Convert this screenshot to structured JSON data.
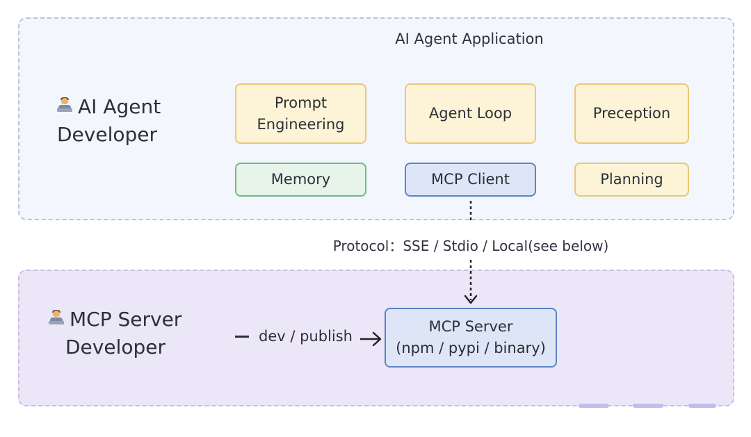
{
  "app_region": {
    "title": "AI Agent Application"
  },
  "roles": {
    "agent_developer": {
      "line1": "AI Agent",
      "line2": "Developer"
    },
    "server_developer": {
      "line1": "MCP Server",
      "line2": "Developer"
    }
  },
  "components": {
    "prompt_engineering": {
      "line1": "Prompt",
      "line2": "Engineering"
    },
    "agent_loop": "Agent Loop",
    "preception": "Preception",
    "memory": "Memory",
    "mcp_client": "MCP Client",
    "planning": "Planning"
  },
  "protocol_label": "Protocol：SSE / Stdio / Local(see below)",
  "dev_publish_label": "dev / publish",
  "mcp_server": {
    "line1": "MCP Server",
    "line2": "(npm / pypi / binary)"
  },
  "icons": {
    "developer": "technologist-icon"
  },
  "colors": {
    "app_region_bg": "#f3f6fd",
    "server_region_bg": "#ece6f9",
    "yellow_box": "#fdf3d6",
    "green_box": "#e6f4ea",
    "blue_box": "#dde5f7"
  }
}
